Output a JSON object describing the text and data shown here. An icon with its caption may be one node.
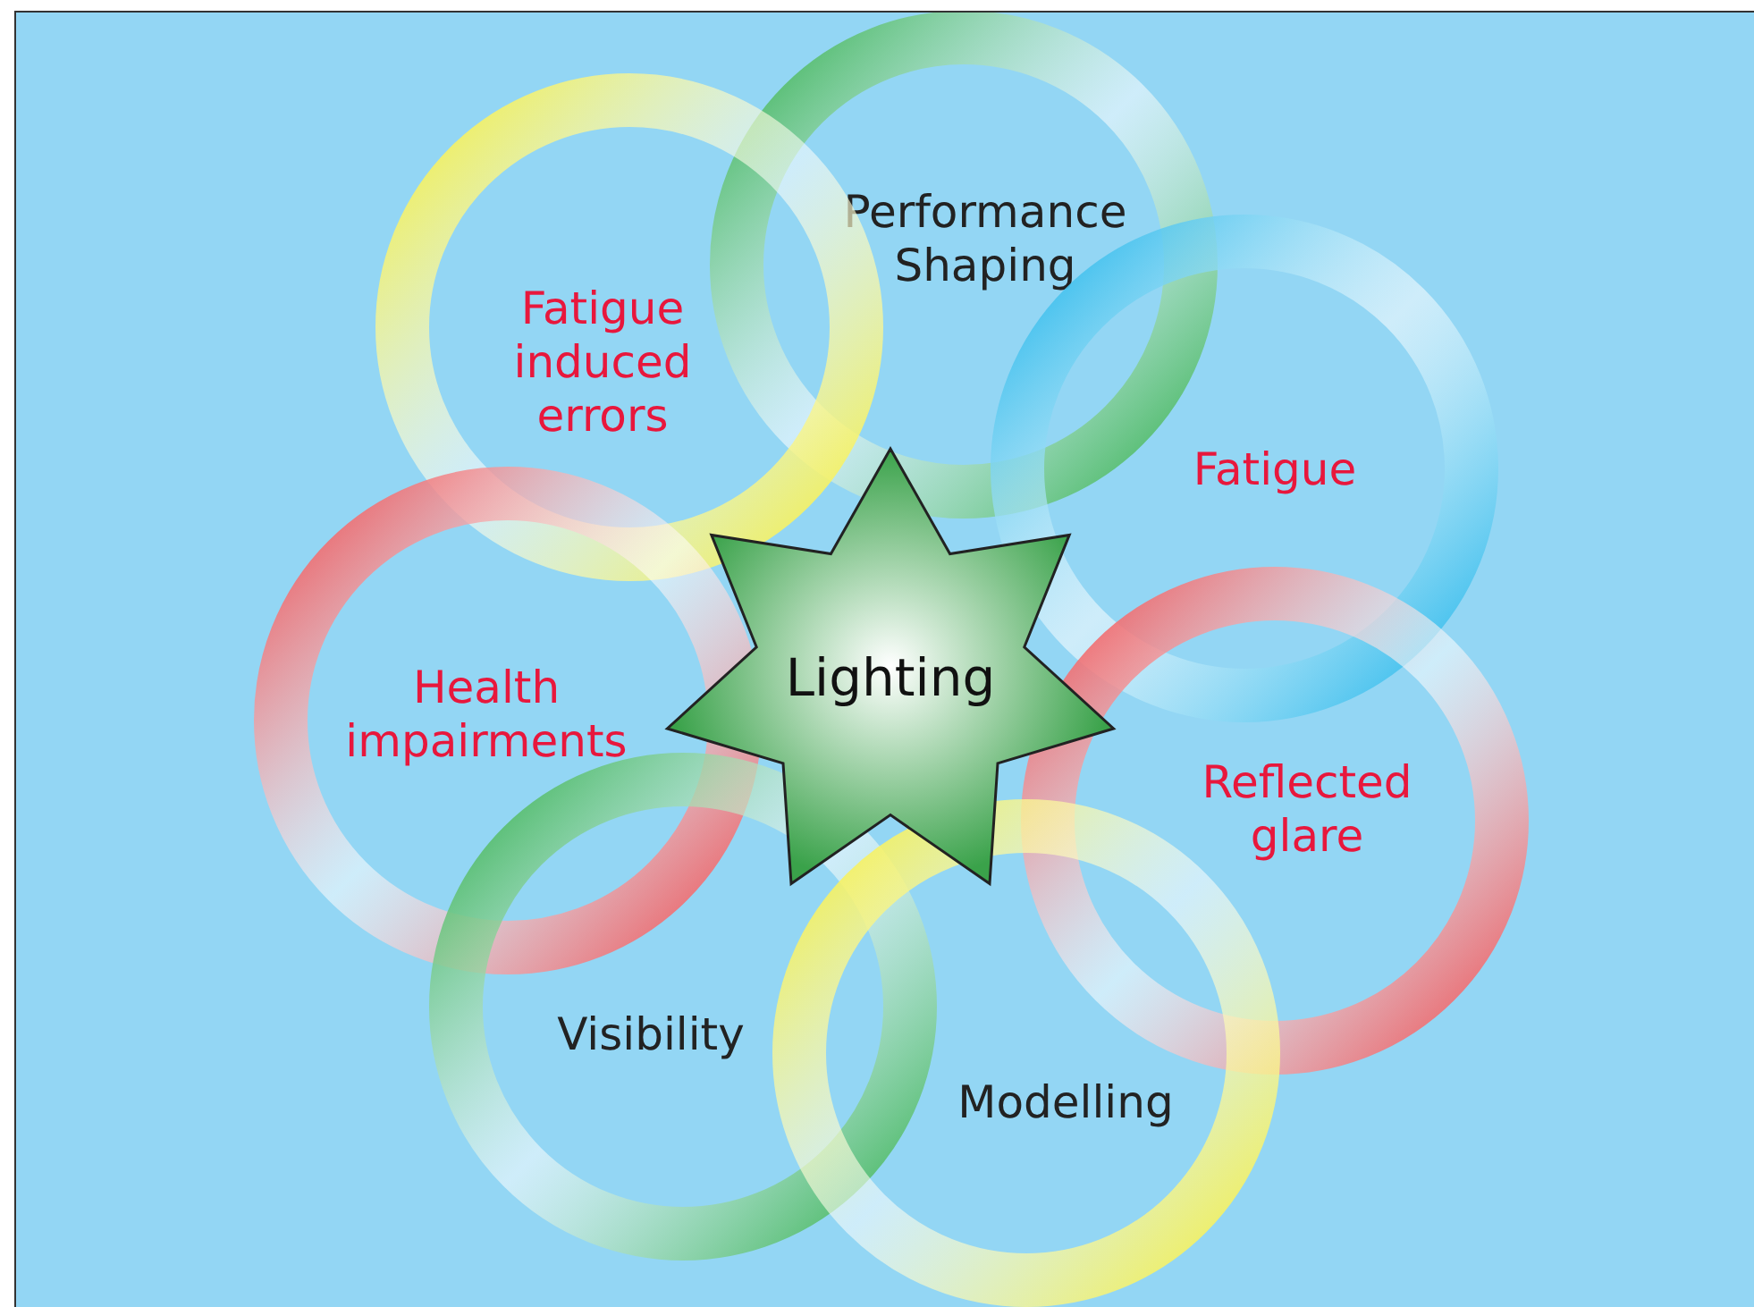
{
  "diagram": {
    "nodes": [
      {
        "text": [
          "Performance Shaping"
        ]
      },
      {
        "text": [
          "Fatigue induced errors"
        ]
      },
      {
        "text": [
          "Fatigue"
        ]
      },
      {
        "text": [
          "Lighting"
        ]
      },
      {
        "text": [
          "Health impairments"
        ]
      },
      {
        "text": [
          "Reflected glare"
        ]
      },
      {
        "text": [
          "Visibility"
        ]
      },
      {
        "text": [
          "Modelling"
        ]
      }
    ]
  }
}
